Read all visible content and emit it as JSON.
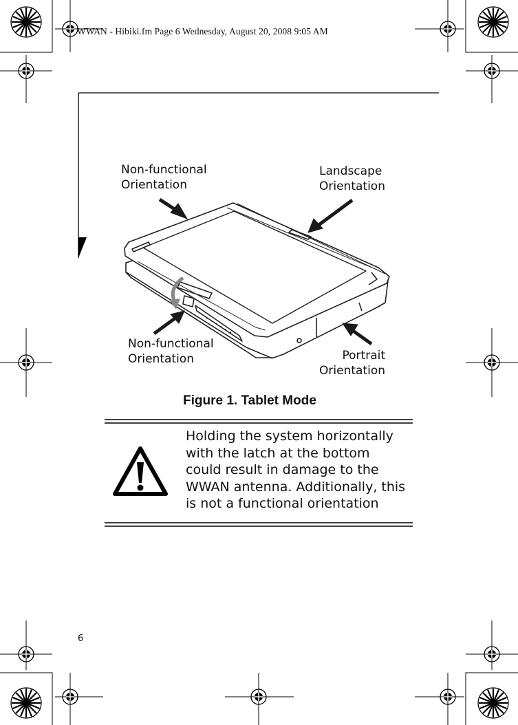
{
  "print_header": "WWAN - Hibiki.fm  Page 6  Wednesday, August 20, 2008  9:05 AM",
  "figure": {
    "callouts": {
      "top_left": [
        "Non-functional",
        "Orientation"
      ],
      "top_right": [
        "Landscape",
        "Orientation"
      ],
      "bottom_left": [
        "Non-functional",
        "Orientation"
      ],
      "bottom_right": [
        "Portrait",
        "Orientation"
      ]
    },
    "caption": "Figure 1.  Tablet Mode"
  },
  "caution": {
    "icon": "warning-triangle-icon",
    "text": "Holding the system horizontally with the latch at the bottom could result in damage to the WWAN antenna. Additionally, this is not a functional orientation"
  },
  "page_number": "6"
}
